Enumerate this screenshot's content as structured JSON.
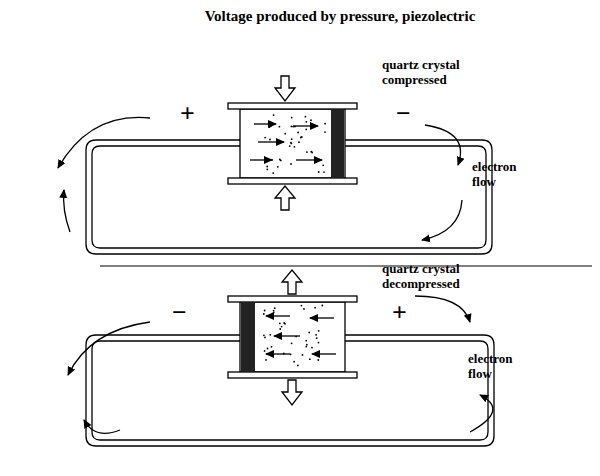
{
  "diagram": {
    "title": "Voltage produced by pressure, piezolectric",
    "labels": [
      "quartz crystal compressed",
      "+",
      "−",
      "electron flow",
      "quartz crystal decompressed",
      "−",
      "+",
      "electron flow"
    ]
  }
}
